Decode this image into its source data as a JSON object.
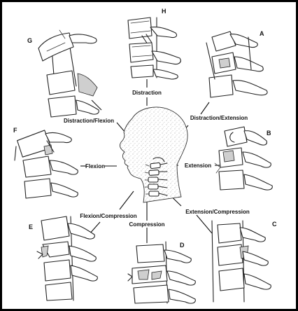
{
  "panels": [
    {
      "id": "H",
      "letter": "H",
      "label": "Distraction"
    },
    {
      "id": "A",
      "letter": "A",
      "label": "Distraction/Extension"
    },
    {
      "id": "B",
      "letter": "B",
      "label": "Extension"
    },
    {
      "id": "C",
      "letter": "C",
      "label": "Extension/Compression"
    },
    {
      "id": "D",
      "letter": "D",
      "label": "Compression"
    },
    {
      "id": "E",
      "letter": "E",
      "label": "Flexion/Compression"
    },
    {
      "id": "F",
      "letter": "F",
      "label": "Flexion"
    },
    {
      "id": "G",
      "letter": "G",
      "label": "Distraction/Flexion"
    }
  ]
}
